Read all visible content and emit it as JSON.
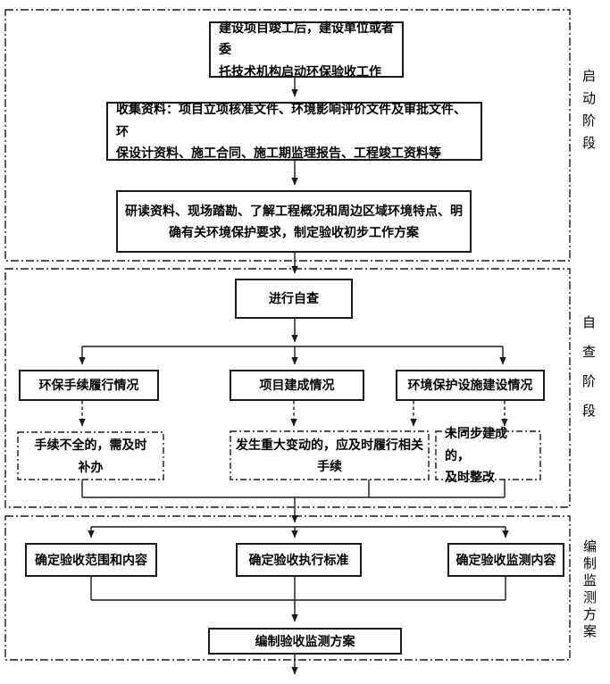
{
  "sections": [
    {
      "label": "启动阶段"
    },
    {
      "label": "自查阶段"
    },
    {
      "label": "编制监测方案"
    }
  ],
  "boxes": {
    "start": [
      "建设项目竣工后，建设单位或者委",
      "托技术机构启动环保验收工作"
    ],
    "collect": [
      "收集资料：项目立项核准文件、环境影响评价文件及审批文件、环",
      "保设计资料、施工合同、施工期监理报告、工程竣工资料等"
    ],
    "study": [
      "研读资料、现场踏勘、了解工程概况和周边区域环境特点、明",
      "确有关环境保护要求，制定验收初步工作方案"
    ],
    "self_check": "进行自查",
    "procedure_status": "环保手续履行情况",
    "completion_status": "项目建成情况",
    "facility_status": "环境保护设施建设情况",
    "procedure_remedy": [
      "手续不全的，需及时",
      "补办"
    ],
    "major_change": [
      "发生重大变动的，应及时履行相关",
      "手续"
    ],
    "sync_remedy": [
      "未同步建成的，",
      "及时整改"
    ],
    "scope": "确定验收范围和内容",
    "standards": "确定验收执行标准",
    "monitoring": "确定验收监测内容",
    "plan": "编制验收监测方案"
  },
  "colors": {
    "line": "#1a1a1a",
    "background": "#ffffff"
  }
}
